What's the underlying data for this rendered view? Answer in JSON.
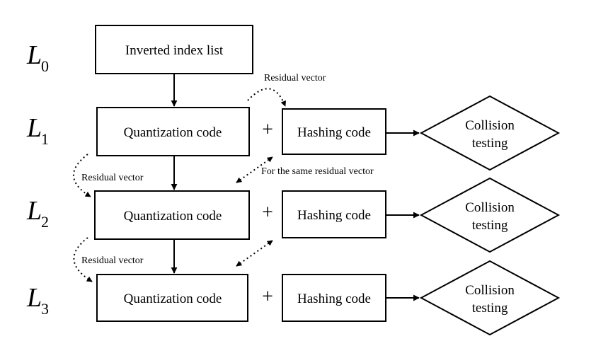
{
  "levels": [
    {
      "letter": "L",
      "sub": "0"
    },
    {
      "letter": "L",
      "sub": "1"
    },
    {
      "letter": "L",
      "sub": "2"
    },
    {
      "letter": "L",
      "sub": "3"
    }
  ],
  "nodes": {
    "inverted_index": "Inverted index list",
    "quantization_1": "Quantization code",
    "quantization_2": "Quantization code",
    "quantization_3": "Quantization code",
    "hashing_1": "Hashing code",
    "hashing_2": "Hashing code",
    "hashing_3": "Hashing code",
    "collision_1": [
      "Collision",
      "testing"
    ],
    "collision_2": [
      "Collision",
      "testing"
    ],
    "collision_3": [
      "Collision",
      "testing"
    ]
  },
  "operators": {
    "plus_1": "+",
    "plus_2": "+",
    "plus_3": "+"
  },
  "annotations": {
    "residual_top": "Residual vector",
    "residual_left_1": "Residual vector",
    "residual_left_2": "Residual vector",
    "same_residual": "For the same residual vector"
  }
}
